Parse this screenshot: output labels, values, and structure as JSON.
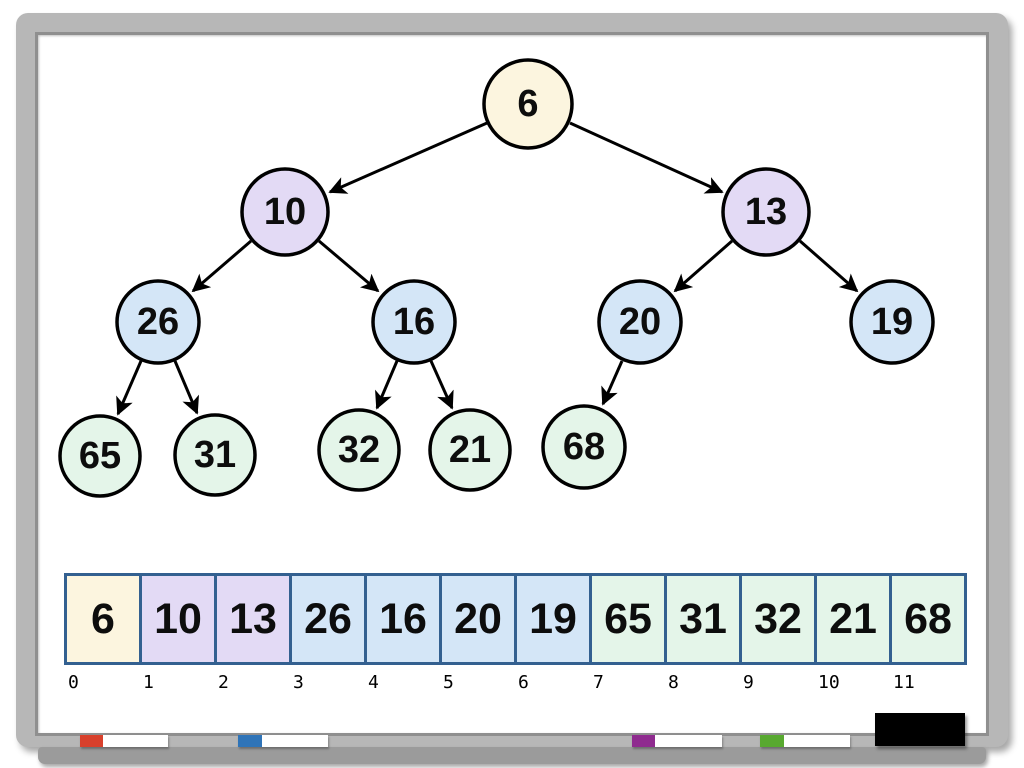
{
  "palette": {
    "frame_gray": "#b7b7b7",
    "board_edge_gray": "#8f8f8f",
    "tray_gray": "#9b9b9b",
    "node_border": "#000000",
    "level_root_fill": "#fcf5df",
    "level_2_fill": "#e3daf5",
    "level_3_fill": "#d4e6f7",
    "level_4_fill": "#e4f5e9",
    "array_border_blue": "#336090",
    "marker_red": "#d8402c",
    "marker_blue": "#2f74b8",
    "marker_purple": "#8f2b8f",
    "marker_green": "#58a930",
    "eraser_black": "#000000"
  },
  "tree": {
    "nodes": [
      {
        "value": "6"
      },
      {
        "value": "10"
      },
      {
        "value": "13"
      },
      {
        "value": "26"
      },
      {
        "value": "16"
      },
      {
        "value": "20"
      },
      {
        "value": "19"
      },
      {
        "value": "65"
      },
      {
        "value": "31"
      },
      {
        "value": "32"
      },
      {
        "value": "21"
      },
      {
        "value": "68"
      }
    ],
    "edges": [
      [
        "6",
        "10"
      ],
      [
        "6",
        "13"
      ],
      [
        "10",
        "26"
      ],
      [
        "10",
        "16"
      ],
      [
        "13",
        "20"
      ],
      [
        "13",
        "19"
      ],
      [
        "26",
        "65"
      ],
      [
        "26",
        "31"
      ],
      [
        "16",
        "32"
      ],
      [
        "16",
        "21"
      ],
      [
        "20",
        "68"
      ]
    ]
  },
  "array": {
    "cells": [
      {
        "value": "6",
        "index": "0"
      },
      {
        "value": "10",
        "index": "1"
      },
      {
        "value": "13",
        "index": "2"
      },
      {
        "value": "26",
        "index": "3"
      },
      {
        "value": "16",
        "index": "4"
      },
      {
        "value": "20",
        "index": "5"
      },
      {
        "value": "19",
        "index": "6"
      },
      {
        "value": "65",
        "index": "7"
      },
      {
        "value": "31",
        "index": "8"
      },
      {
        "value": "32",
        "index": "9"
      },
      {
        "value": "21",
        "index": "10"
      },
      {
        "value": "68",
        "index": "11"
      }
    ]
  }
}
